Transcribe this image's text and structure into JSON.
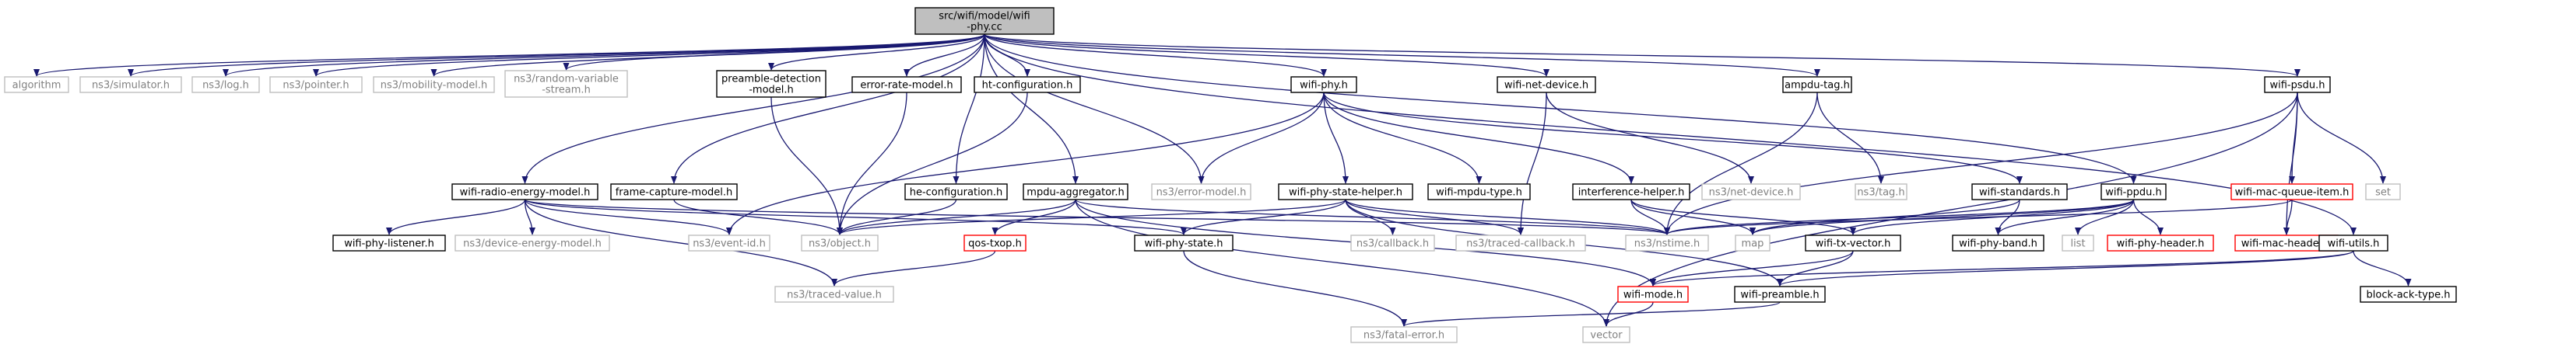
{
  "graph": {
    "colors": {
      "edge": "#191970",
      "root_fill": "#bfbfbf",
      "root_border": "#000000",
      "documented_border": "#000000",
      "undocumented_border": "#bfbfbf",
      "missing_border": "#ff0000",
      "node_fill": "#ffffff",
      "text_dark": "#000000",
      "text_gray": "#808080"
    },
    "nodes": [
      {
        "id": "root",
        "lines": [
          "src/wifi/model/wifi",
          "-phy.cc"
        ],
        "kind": "root"
      },
      {
        "id": "algorithm",
        "lines": [
          "algorithm"
        ],
        "kind": "external"
      },
      {
        "id": "simulator",
        "lines": [
          "ns3/simulator.h"
        ],
        "kind": "external"
      },
      {
        "id": "log",
        "lines": [
          "ns3/log.h"
        ],
        "kind": "external"
      },
      {
        "id": "pointer",
        "lines": [
          "ns3/pointer.h"
        ],
        "kind": "external"
      },
      {
        "id": "mobility",
        "lines": [
          "ns3/mobility-model.h"
        ],
        "kind": "external"
      },
      {
        "id": "randomvar",
        "lines": [
          "ns3/random-variable",
          "-stream.h"
        ],
        "kind": "external"
      },
      {
        "id": "preamble_det",
        "lines": [
          "preamble-detection",
          "-model.h"
        ],
        "kind": "local"
      },
      {
        "id": "error_rate",
        "lines": [
          "error-rate-model.h"
        ],
        "kind": "local"
      },
      {
        "id": "ht_config",
        "lines": [
          "ht-configuration.h"
        ],
        "kind": "local"
      },
      {
        "id": "wifi_phy_h",
        "lines": [
          "wifi-phy.h"
        ],
        "kind": "local"
      },
      {
        "id": "wifi_net_dev",
        "lines": [
          "wifi-net-device.h"
        ],
        "kind": "local"
      },
      {
        "id": "ampdu_tag",
        "lines": [
          "ampdu-tag.h"
        ],
        "kind": "local"
      },
      {
        "id": "wifi_psdu",
        "lines": [
          "wifi-psdu.h"
        ],
        "kind": "local"
      },
      {
        "id": "radio_energy",
        "lines": [
          "wifi-radio-energy-model.h"
        ],
        "kind": "local"
      },
      {
        "id": "frame_capture",
        "lines": [
          "frame-capture-model.h"
        ],
        "kind": "local"
      },
      {
        "id": "he_config",
        "lines": [
          "he-configuration.h"
        ],
        "kind": "local"
      },
      {
        "id": "mpdu_agg",
        "lines": [
          "mpdu-aggregator.h"
        ],
        "kind": "local"
      },
      {
        "id": "error_model",
        "lines": [
          "ns3/error-model.h"
        ],
        "kind": "external"
      },
      {
        "id": "state_helper",
        "lines": [
          "wifi-phy-state-helper.h"
        ],
        "kind": "local"
      },
      {
        "id": "mpdu_type",
        "lines": [
          "wifi-mpdu-type.h"
        ],
        "kind": "local"
      },
      {
        "id": "interference",
        "lines": [
          "interference-helper.h"
        ],
        "kind": "local"
      },
      {
        "id": "net_device",
        "lines": [
          "ns3/net-device.h"
        ],
        "kind": "external"
      },
      {
        "id": "tag",
        "lines": [
          "ns3/tag.h"
        ],
        "kind": "external"
      },
      {
        "id": "wifi_standards",
        "lines": [
          "wifi-standards.h"
        ],
        "kind": "local"
      },
      {
        "id": "wifi_ppdu",
        "lines": [
          "wifi-ppdu.h"
        ],
        "kind": "local"
      },
      {
        "id": "mac_queue_item",
        "lines": [
          "wifi-mac-queue-item.h"
        ],
        "kind": "missing"
      },
      {
        "id": "set",
        "lines": [
          "set"
        ],
        "kind": "external"
      },
      {
        "id": "phy_listener",
        "lines": [
          "wifi-phy-listener.h"
        ],
        "kind": "local"
      },
      {
        "id": "dev_energy",
        "lines": [
          "ns3/device-energy-model.h"
        ],
        "kind": "external"
      },
      {
        "id": "event_id",
        "lines": [
          "ns3/event-id.h"
        ],
        "kind": "external"
      },
      {
        "id": "object",
        "lines": [
          "ns3/object.h"
        ],
        "kind": "external"
      },
      {
        "id": "qos_txop",
        "lines": [
          "qos-txop.h"
        ],
        "kind": "missing"
      },
      {
        "id": "phy_state",
        "lines": [
          "wifi-phy-state.h"
        ],
        "kind": "local"
      },
      {
        "id": "callback",
        "lines": [
          "ns3/callback.h"
        ],
        "kind": "external"
      },
      {
        "id": "traced_cb",
        "lines": [
          "ns3/traced-callback.h"
        ],
        "kind": "external"
      },
      {
        "id": "nstime",
        "lines": [
          "ns3/nstime.h"
        ],
        "kind": "external"
      },
      {
        "id": "map",
        "lines": [
          "map"
        ],
        "kind": "external"
      },
      {
        "id": "tx_vector",
        "lines": [
          "wifi-tx-vector.h"
        ],
        "kind": "local"
      },
      {
        "id": "phy_band",
        "lines": [
          "wifi-phy-band.h"
        ],
        "kind": "local"
      },
      {
        "id": "list",
        "lines": [
          "list"
        ],
        "kind": "external"
      },
      {
        "id": "phy_header",
        "lines": [
          "wifi-phy-header.h"
        ],
        "kind": "missing"
      },
      {
        "id": "mac_header",
        "lines": [
          "wifi-mac-header.h"
        ],
        "kind": "missing"
      },
      {
        "id": "wifi_utils",
        "lines": [
          "wifi-utils.h"
        ],
        "kind": "local"
      },
      {
        "id": "traced_value",
        "lines": [
          "ns3/traced-value.h"
        ],
        "kind": "external"
      },
      {
        "id": "wifi_mode",
        "lines": [
          "wifi-mode.h"
        ],
        "kind": "missing"
      },
      {
        "id": "preamble",
        "lines": [
          "wifi-preamble.h"
        ],
        "kind": "local"
      },
      {
        "id": "block_ack",
        "lines": [
          "block-ack-type.h"
        ],
        "kind": "local"
      },
      {
        "id": "fatal_error",
        "lines": [
          "ns3/fatal-error.h"
        ],
        "kind": "external"
      },
      {
        "id": "vector",
        "lines": [
          "vector"
        ],
        "kind": "external"
      }
    ],
    "edges": [
      [
        "root",
        "algorithm"
      ],
      [
        "root",
        "simulator"
      ],
      [
        "root",
        "log"
      ],
      [
        "root",
        "pointer"
      ],
      [
        "root",
        "mobility"
      ],
      [
        "root",
        "randomvar"
      ],
      [
        "root",
        "preamble_det"
      ],
      [
        "root",
        "error_rate"
      ],
      [
        "root",
        "ht_config"
      ],
      [
        "root",
        "wifi_phy_h"
      ],
      [
        "root",
        "wifi_net_dev"
      ],
      [
        "root",
        "ampdu_tag"
      ],
      [
        "root",
        "wifi_psdu"
      ],
      [
        "root",
        "radio_energy"
      ],
      [
        "root",
        "frame_capture"
      ],
      [
        "root",
        "he_config"
      ],
      [
        "root",
        "mpdu_agg"
      ],
      [
        "root",
        "error_model"
      ],
      [
        "root",
        "wifi_ppdu"
      ],
      [
        "root",
        "wifi_utils"
      ],
      [
        "preamble_det",
        "object"
      ],
      [
        "error_rate",
        "object"
      ],
      [
        "ht_config",
        "object"
      ],
      [
        "wifi_phy_h",
        "event_id"
      ],
      [
        "wifi_phy_h",
        "error_model"
      ],
      [
        "wifi_phy_h",
        "state_helper"
      ],
      [
        "wifi_phy_h",
        "mpdu_type"
      ],
      [
        "wifi_phy_h",
        "interference"
      ],
      [
        "wifi_phy_h",
        "wifi_standards"
      ],
      [
        "wifi_net_dev",
        "net_device"
      ],
      [
        "wifi_net_dev",
        "traced_cb"
      ],
      [
        "ampdu_tag",
        "tag"
      ],
      [
        "ampdu_tag",
        "nstime"
      ],
      [
        "wifi_psdu",
        "mac_queue_item"
      ],
      [
        "wifi_psdu",
        "set"
      ],
      [
        "wifi_psdu",
        "nstime"
      ],
      [
        "wifi_psdu",
        "mac_header"
      ],
      [
        "wifi_psdu",
        "vector"
      ],
      [
        "radio_energy",
        "phy_listener"
      ],
      [
        "radio_energy",
        "dev_energy"
      ],
      [
        "radio_energy",
        "event_id"
      ],
      [
        "radio_energy",
        "nstime"
      ],
      [
        "radio_energy",
        "traced_value"
      ],
      [
        "radio_energy",
        "phy_state"
      ],
      [
        "frame_capture",
        "object"
      ],
      [
        "he_config",
        "object"
      ],
      [
        "mpdu_agg",
        "object"
      ],
      [
        "mpdu_agg",
        "qos_txop"
      ],
      [
        "mpdu_agg",
        "nstime"
      ],
      [
        "mpdu_agg",
        "wifi_mode"
      ],
      [
        "mpdu_agg",
        "vector"
      ],
      [
        "state_helper",
        "object"
      ],
      [
        "state_helper",
        "callback"
      ],
      [
        "state_helper",
        "traced_cb"
      ],
      [
        "state_helper",
        "nstime"
      ],
      [
        "state_helper",
        "phy_state"
      ],
      [
        "state_helper",
        "preamble"
      ],
      [
        "interference",
        "nstime"
      ],
      [
        "interference",
        "map"
      ],
      [
        "interference",
        "tx_vector"
      ],
      [
        "wifi_standards",
        "map"
      ],
      [
        "wifi_standards",
        "phy_band"
      ],
      [
        "wifi_ppdu",
        "nstime"
      ],
      [
        "wifi_ppdu",
        "map"
      ],
      [
        "wifi_ppdu",
        "tx_vector"
      ],
      [
        "wifi_ppdu",
        "phy_band"
      ],
      [
        "wifi_ppdu",
        "list"
      ],
      [
        "wifi_ppdu",
        "phy_header"
      ],
      [
        "mac_queue_item",
        "nstime"
      ],
      [
        "mac_queue_item",
        "mac_header"
      ],
      [
        "qos_txop",
        "traced_value"
      ],
      [
        "phy_state",
        "fatal_error"
      ],
      [
        "tx_vector",
        "wifi_mode"
      ],
      [
        "tx_vector",
        "preamble"
      ],
      [
        "wifi_utils",
        "block_ack"
      ],
      [
        "wifi_utils",
        "wifi_mode"
      ],
      [
        "wifi_utils",
        "preamble"
      ],
      [
        "wifi_mode",
        "vector"
      ],
      [
        "preamble",
        "fatal_error"
      ]
    ]
  }
}
